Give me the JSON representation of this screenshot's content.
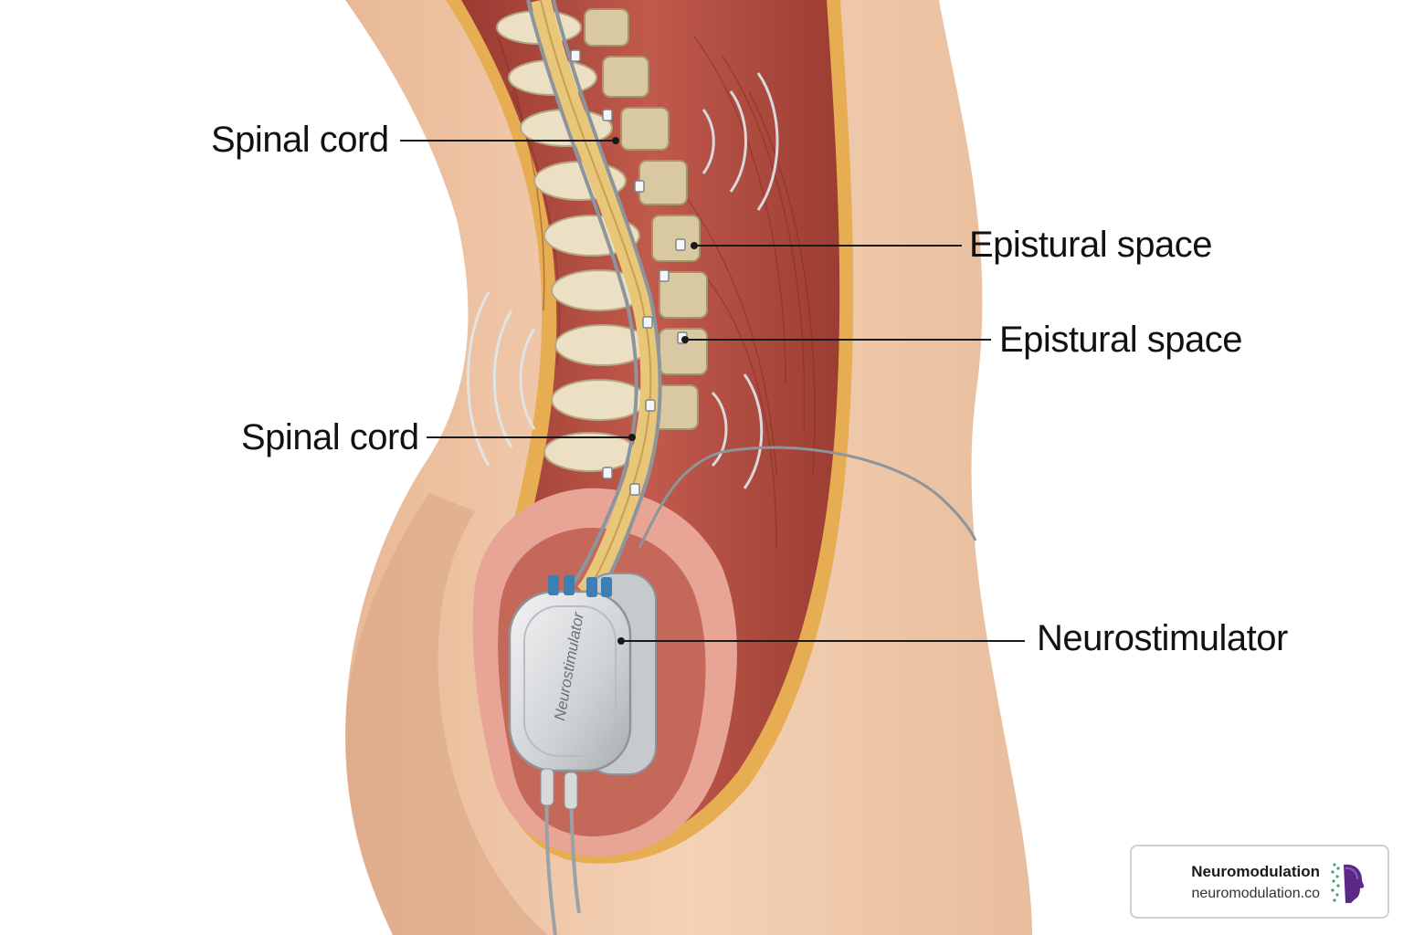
{
  "labels": {
    "spinal_cord_upper": "Spinal cord",
    "epistural_space_upper": "Epistural space",
    "epistural_space_lower": "Epistural space",
    "spinal_cord_lower": "Spinal cord",
    "neurostimulator": "Neurostimulator"
  },
  "device_engraving": "Neurostimulator",
  "watermark": {
    "title": "Neuromodulation",
    "url": "neuromodulation.co"
  },
  "colors": {
    "skin": "#efc6a6",
    "muscle": "#b24a3e",
    "fat_layer": "#e7b35a",
    "bone": "#eadfc2",
    "device": "#d6d8da",
    "lead": "#9aa2a8",
    "connector_blue": "#3d7fb5",
    "logo_purple": "#5b2a86"
  },
  "icons": [
    "neuromodulation-logo-icon"
  ]
}
